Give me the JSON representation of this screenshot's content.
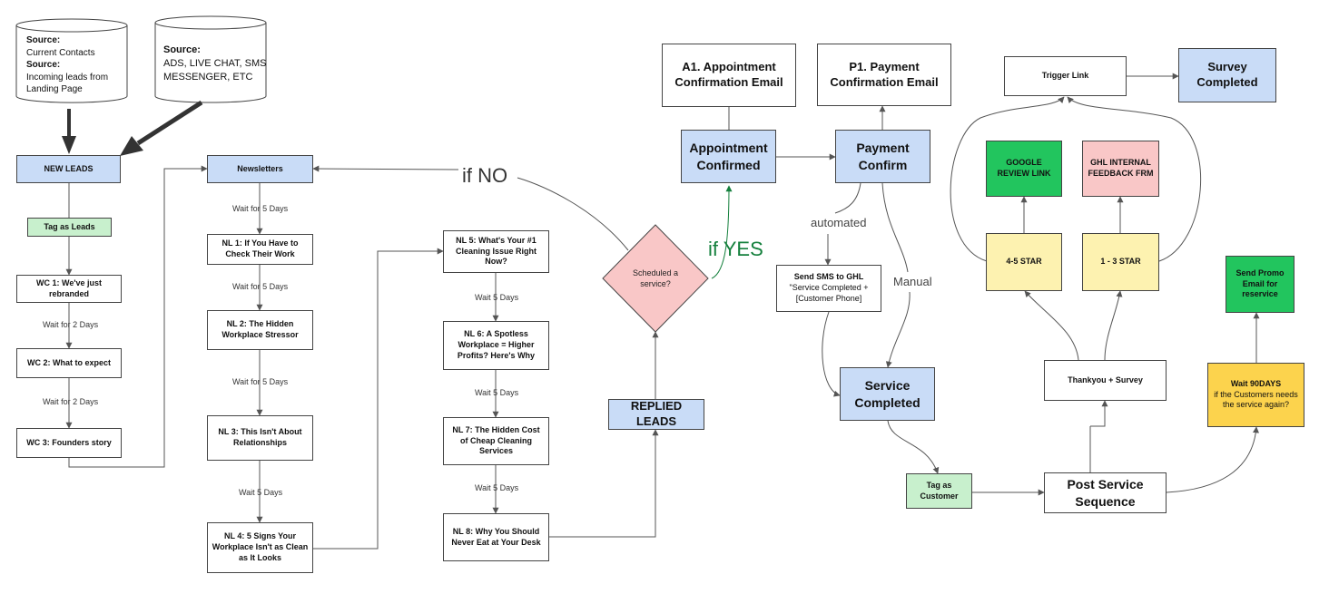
{
  "sources": {
    "left": {
      "label1": "Source:",
      "text1": "Current Contacts",
      "label2": "Source:",
      "text2_line1": "Incoming leads from",
      "text2_line2": "Landing Page"
    },
    "right": {
      "label": "Source:",
      "line1": "ADS, LIVE CHAT, SMS",
      "line2": "MESSENGER, ETC"
    }
  },
  "welcome": {
    "new_leads": "NEW LEADS",
    "tag_leads": "Tag as Leads",
    "wc1": "WC 1: We've just rebranded",
    "wait1": "Wait for 2 Days",
    "wc2": "WC 2: What to expect",
    "wait2": "Wait for 2 Days",
    "wc3": "WC 3: Founders story"
  },
  "newsletters": {
    "title": "Newsletters",
    "wait_a": "Wait for 5 Days",
    "nl1": "NL 1: If You Have to Check Their Work",
    "wait_b": "Wait for 5 Days",
    "nl2": "NL 2: The Hidden Workplace Stressor",
    "wait_c": "Wait for 5 Days",
    "nl3": "NL 3: This Isn't About Relationships",
    "wait_d": "Wait 5 Days",
    "nl4": "NL 4: 5 Signs Your Workplace Isn't as Clean as It Looks",
    "nl5": "NL 5: What's Your #1 Cleaning Issue Right Now?",
    "wait_e": "Wait 5 Days",
    "nl6": "NL 6: A Spotless Workplace = Higher Profits? Here's Why",
    "wait_f": "Wait 5 Days",
    "nl7": "NL 7: The Hidden Cost of Cheap Cleaning Services",
    "wait_g": "Wait 5 Days",
    "nl8": "NL 8: Why You Should Never Eat at Your Desk"
  },
  "decision": {
    "replied": "REPLIED LEADS",
    "question": "Scheduled a service?",
    "if_no": "if NO",
    "if_yes": "if YES"
  },
  "appointment": {
    "a1": "A1. Appointment Confirmation Email",
    "p1": "P1. Payment Confirmation Email",
    "confirmed": "Appointment Confirmed",
    "payment": "Payment Confirm",
    "automated": "automated",
    "manual": "Manual",
    "sms_title": "Send SMS to GHL",
    "sms_line1": "\"Service Completed +",
    "sms_line2": "[Customer Phone]",
    "service_completed": "Service Completed",
    "tag_customer": "Tag as Customer",
    "post_service": "Post Service Sequence"
  },
  "survey": {
    "trigger": "Trigger Link",
    "completed": "Survey Completed",
    "google": "GOOGLE REVIEW LINK",
    "ghl": "GHL INTERNAL FEEDBACK FRM",
    "star45": "4-5 STAR",
    "star13": "1 - 3 STAR",
    "thankyou": "Thankyou + Survey",
    "promo": "Send Promo Email for reservice",
    "wait90_title": "Wait 90DAYS",
    "wait90_text": "if the Customers needs the service again?"
  },
  "colors": {
    "blue": "#c9dcf7",
    "light_green": "#c8f0cd",
    "green": "#22c55e",
    "pink": "#f9c7c7",
    "yellow": "#fdf2b0",
    "gold": "#fcd34d",
    "yes_green": "#15803d"
  }
}
